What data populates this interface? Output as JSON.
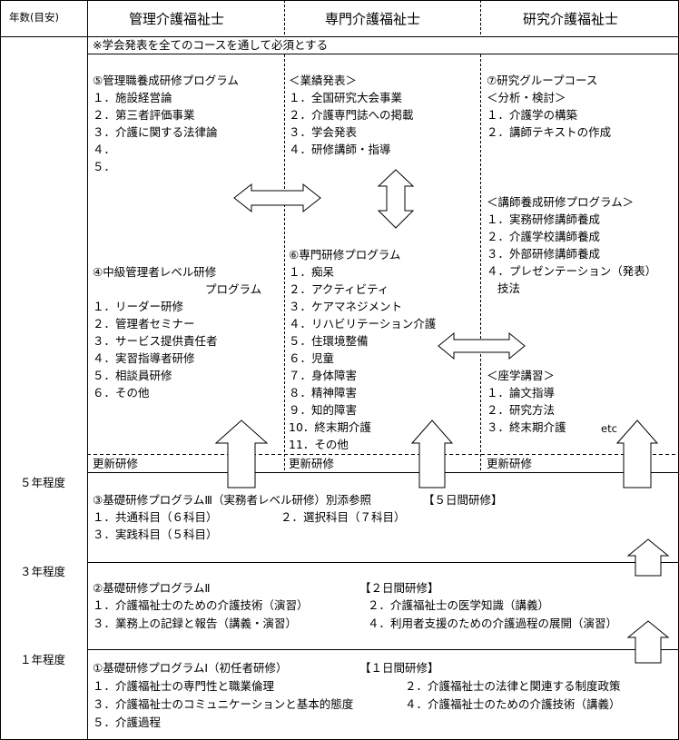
{
  "header": {
    "year_col": "年数(目安)",
    "col1": "管理介護福祉士",
    "col2": "専門介護福祉士",
    "col3": "研究介護福祉士"
  },
  "note": "※学会発表を全てのコースを通して必須とする",
  "years": {
    "y5": "５年程度",
    "y3": "３年程度",
    "y1": "１年程度"
  },
  "renewal": "更新研修",
  "col1": {
    "prog5": {
      "title": "⑤管理職養成研修プログラム",
      "items": [
        "１．施設経営論",
        "２．第三者評価事業",
        "３．介護に関する法律論",
        "４．",
        "５．"
      ]
    },
    "prog4": {
      "title": "④中級管理者レベル研修",
      "title2": "プログラム",
      "items": [
        "１．リーダー研修",
        "２．管理者セミナー",
        "３．サービス提供責任者",
        "４．実習指導者研修",
        "５．相談員研修",
        "６．その他"
      ]
    }
  },
  "col2": {
    "achieve": {
      "title": "＜業績発表＞",
      "items": [
        "１．全国研究大会事業",
        "２．介護専門誌への掲載",
        "３．学会発表",
        "４．研修講師・指導"
      ]
    },
    "prog6": {
      "title": "⑥専門研修プログラム",
      "items": [
        "１．痴呆",
        "２．アクティビティ",
        "３．ケアマネジメント",
        "４．リハビリテーション介護",
        "５．住環境整備",
        "６．児童",
        "７．身体障害",
        "８．精神障害",
        "９．知的障害",
        "10．終末期介護",
        "11．その他"
      ]
    }
  },
  "col3": {
    "prog7": {
      "title": "⑦研究グループコース",
      "sub": "＜分析・検討＞",
      "items": [
        "１．介護学の構築",
        "２．講師テキストの作成"
      ]
    },
    "lecturer": {
      "title": "＜講師養成研修プログラム＞",
      "items": [
        "１．実務研修講師養成",
        "２．介護学校講師養成",
        "３．外部研修講師養成",
        "４．プレゼンテーション（発表）",
        "技法"
      ]
    },
    "seminar": {
      "title": "＜座学講習＞",
      "items": [
        "１．論文指導",
        "２．研究方法",
        "３．終末期介護"
      ],
      "etc": "etc"
    }
  },
  "basic3": {
    "title": "③基礎研修プログラムⅢ（実務者レベル研修）別添参照",
    "days": "【５日間研修】",
    "items": [
      "１．共通科目（６科目）",
      "２．選択科目（７科目）",
      "３．実践科目（５科目）"
    ]
  },
  "basic2": {
    "title": "②基礎研修プログラムⅡ",
    "days": "【２日間研修】",
    "items": [
      "１．介護福祉士のための介護技術（演習）",
      "２．介護福祉士の医学知識（講義）",
      "３．業務上の記録と報告（講義・演習）",
      "４．利用者支援のための介護過程の展開（演習）"
    ]
  },
  "basic1": {
    "title": "①基礎研修プログラムⅠ（初任者研修）",
    "days": "【１日間研修】",
    "items": [
      "１．介護福祉士の専門性と職業倫理",
      "２．介護福祉士の法律と関連する制度政策",
      "３．介護福祉士のコミュニケーションと基本的態度",
      "４．介護福祉士のための介護技術（講義）",
      "５．介護過程"
    ]
  }
}
